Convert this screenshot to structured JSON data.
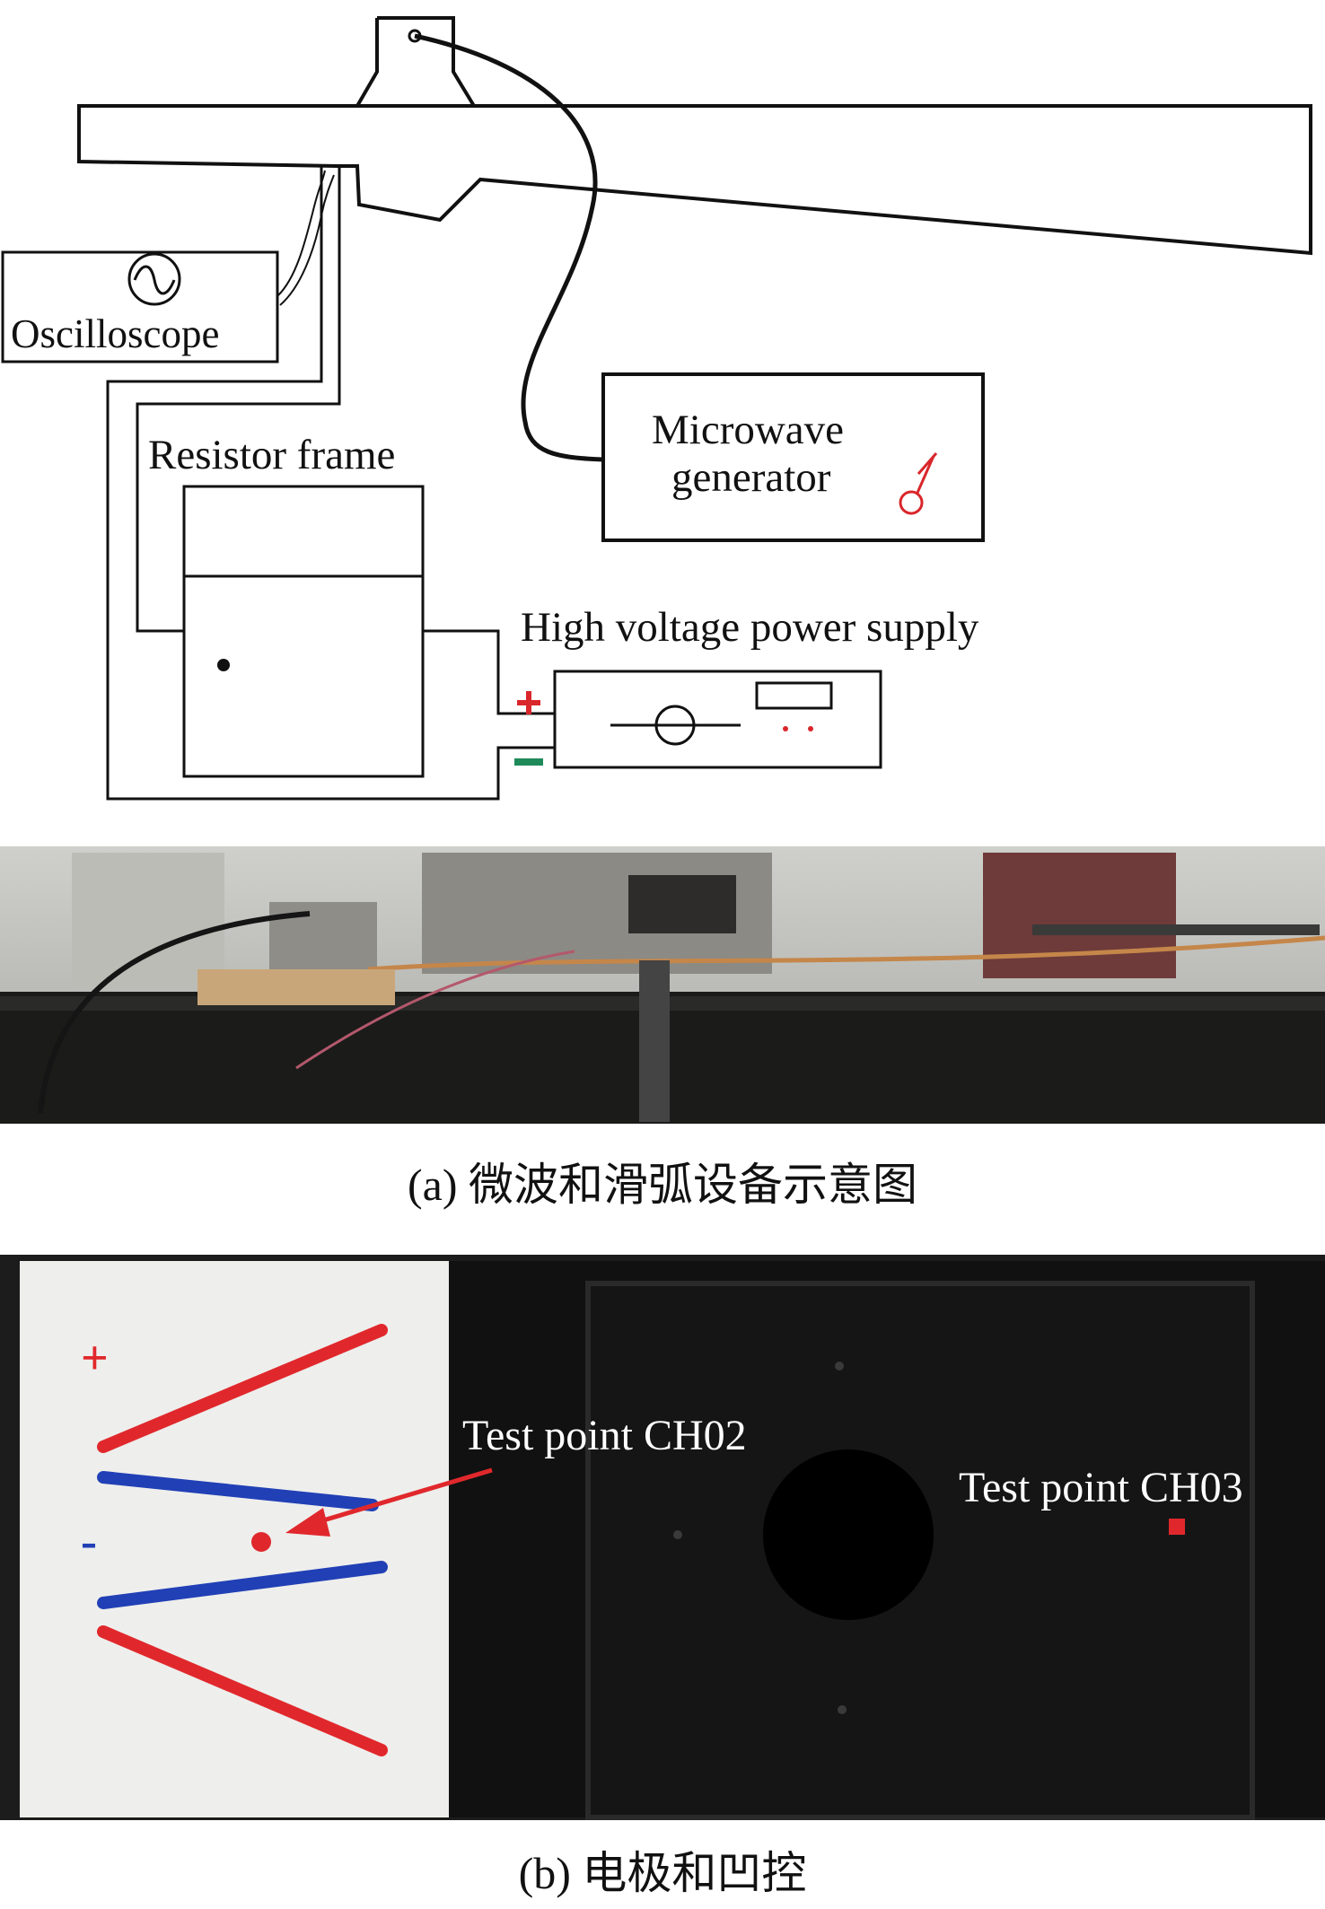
{
  "figure_a": {
    "labels": {
      "oscilloscope": "Oscilloscope",
      "resistor_frame": "Resistor frame",
      "microwave_generator_line1": "Microwave",
      "microwave_generator_line2": "generator",
      "high_voltage_power_supply": "High voltage power supply",
      "plus_sign": "+"
    },
    "caption": "(a) 微波和滑弧设备示意图"
  },
  "figure_b": {
    "labels": {
      "test_point_ch02": "Test point CH02",
      "test_point_ch03": "Test point CH03",
      "plus_sign": "+",
      "minus_sign": "-"
    },
    "caption": "(b) 电极和凹控"
  },
  "colors": {
    "line": "#111111",
    "positive": "#d9262b",
    "negative": "#1f3fa8",
    "terminal_negative": "#1e8a5a",
    "arrow": "#d9262b"
  }
}
